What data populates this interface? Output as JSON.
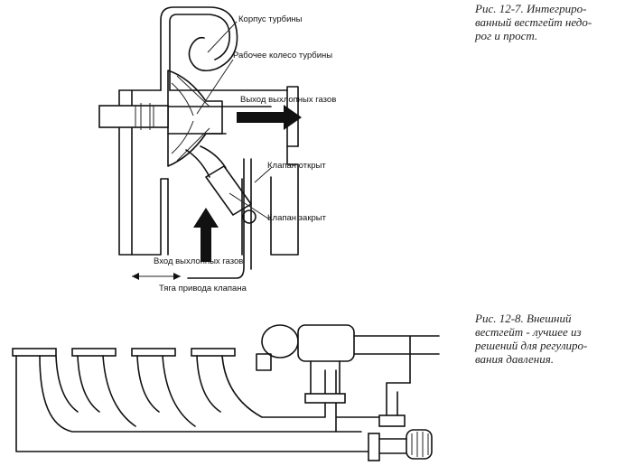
{
  "figure_12_7": {
    "labels": {
      "turbine_housing": "Корпус турбины",
      "turbine_wheel": "Рабочее колесо турбины",
      "exhaust_out": "Выход выхлопных газов",
      "valve_open": "Клапан открыт",
      "valve_closed": "Клапан закрыт",
      "exhaust_in": "Вход выхлопных газов",
      "actuator_rod": "Тяга привода клапана"
    },
    "caption_lines": [
      "Рис. 12-7. Интегриро-",
      "ванный вестгейт недо-",
      "рог и прост."
    ]
  },
  "figure_12_8": {
    "caption_lines": [
      "Рис. 12-8. Внешний",
      "вестгейт - лучшее из",
      "решений для регулиро-",
      "вания давления."
    ]
  },
  "colors": {
    "ink": "#111111",
    "paper": "#ffffff",
    "caption": "#222222"
  }
}
